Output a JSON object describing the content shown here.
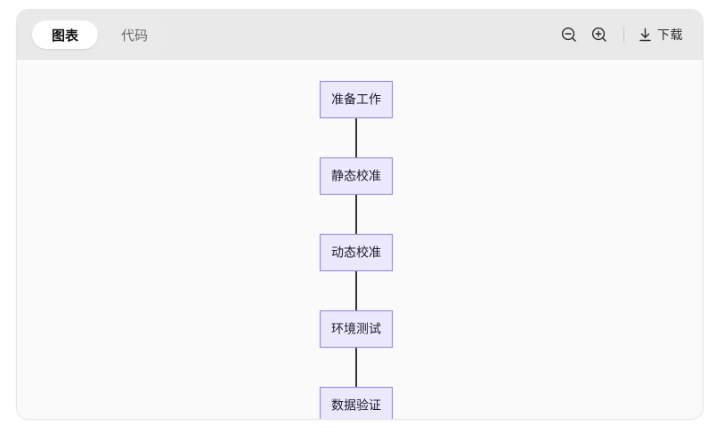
{
  "header": {
    "tabs": [
      {
        "label": "图表",
        "name": "tab-chart",
        "active": true
      },
      {
        "label": "代码",
        "name": "tab-code",
        "active": false
      }
    ],
    "toolbar": {
      "zoom_out_icon": "zoom-out-icon",
      "zoom_in_icon": "zoom-in-icon",
      "download_icon": "download-icon",
      "download_label": "下载"
    }
  },
  "diagram": {
    "type": "flowchart",
    "direction": "top-to-bottom",
    "node_style": {
      "fill": "#ece8fd",
      "stroke": "#9d8fdd",
      "text_color": "#1c1c2e"
    },
    "edge_style": {
      "color": "#333333",
      "arrow": "filled-triangle"
    },
    "nodes": [
      {
        "id": "n1",
        "label": "准备工作"
      },
      {
        "id": "n2",
        "label": "静态校准"
      },
      {
        "id": "n3",
        "label": "动态校准"
      },
      {
        "id": "n4",
        "label": "环境测试"
      },
      {
        "id": "n5",
        "label": "数据验证"
      }
    ],
    "edges": [
      {
        "from": "n1",
        "to": "n2"
      },
      {
        "from": "n2",
        "to": "n3"
      },
      {
        "from": "n3",
        "to": "n4"
      },
      {
        "from": "n4",
        "to": "n5"
      }
    ]
  },
  "colors": {
    "page_background": "#ffffff",
    "card_background": "#fafafa",
    "header_background": "#e9e9ea",
    "tab_track": "#eaeaea",
    "active_tab": "#ffffff"
  }
}
